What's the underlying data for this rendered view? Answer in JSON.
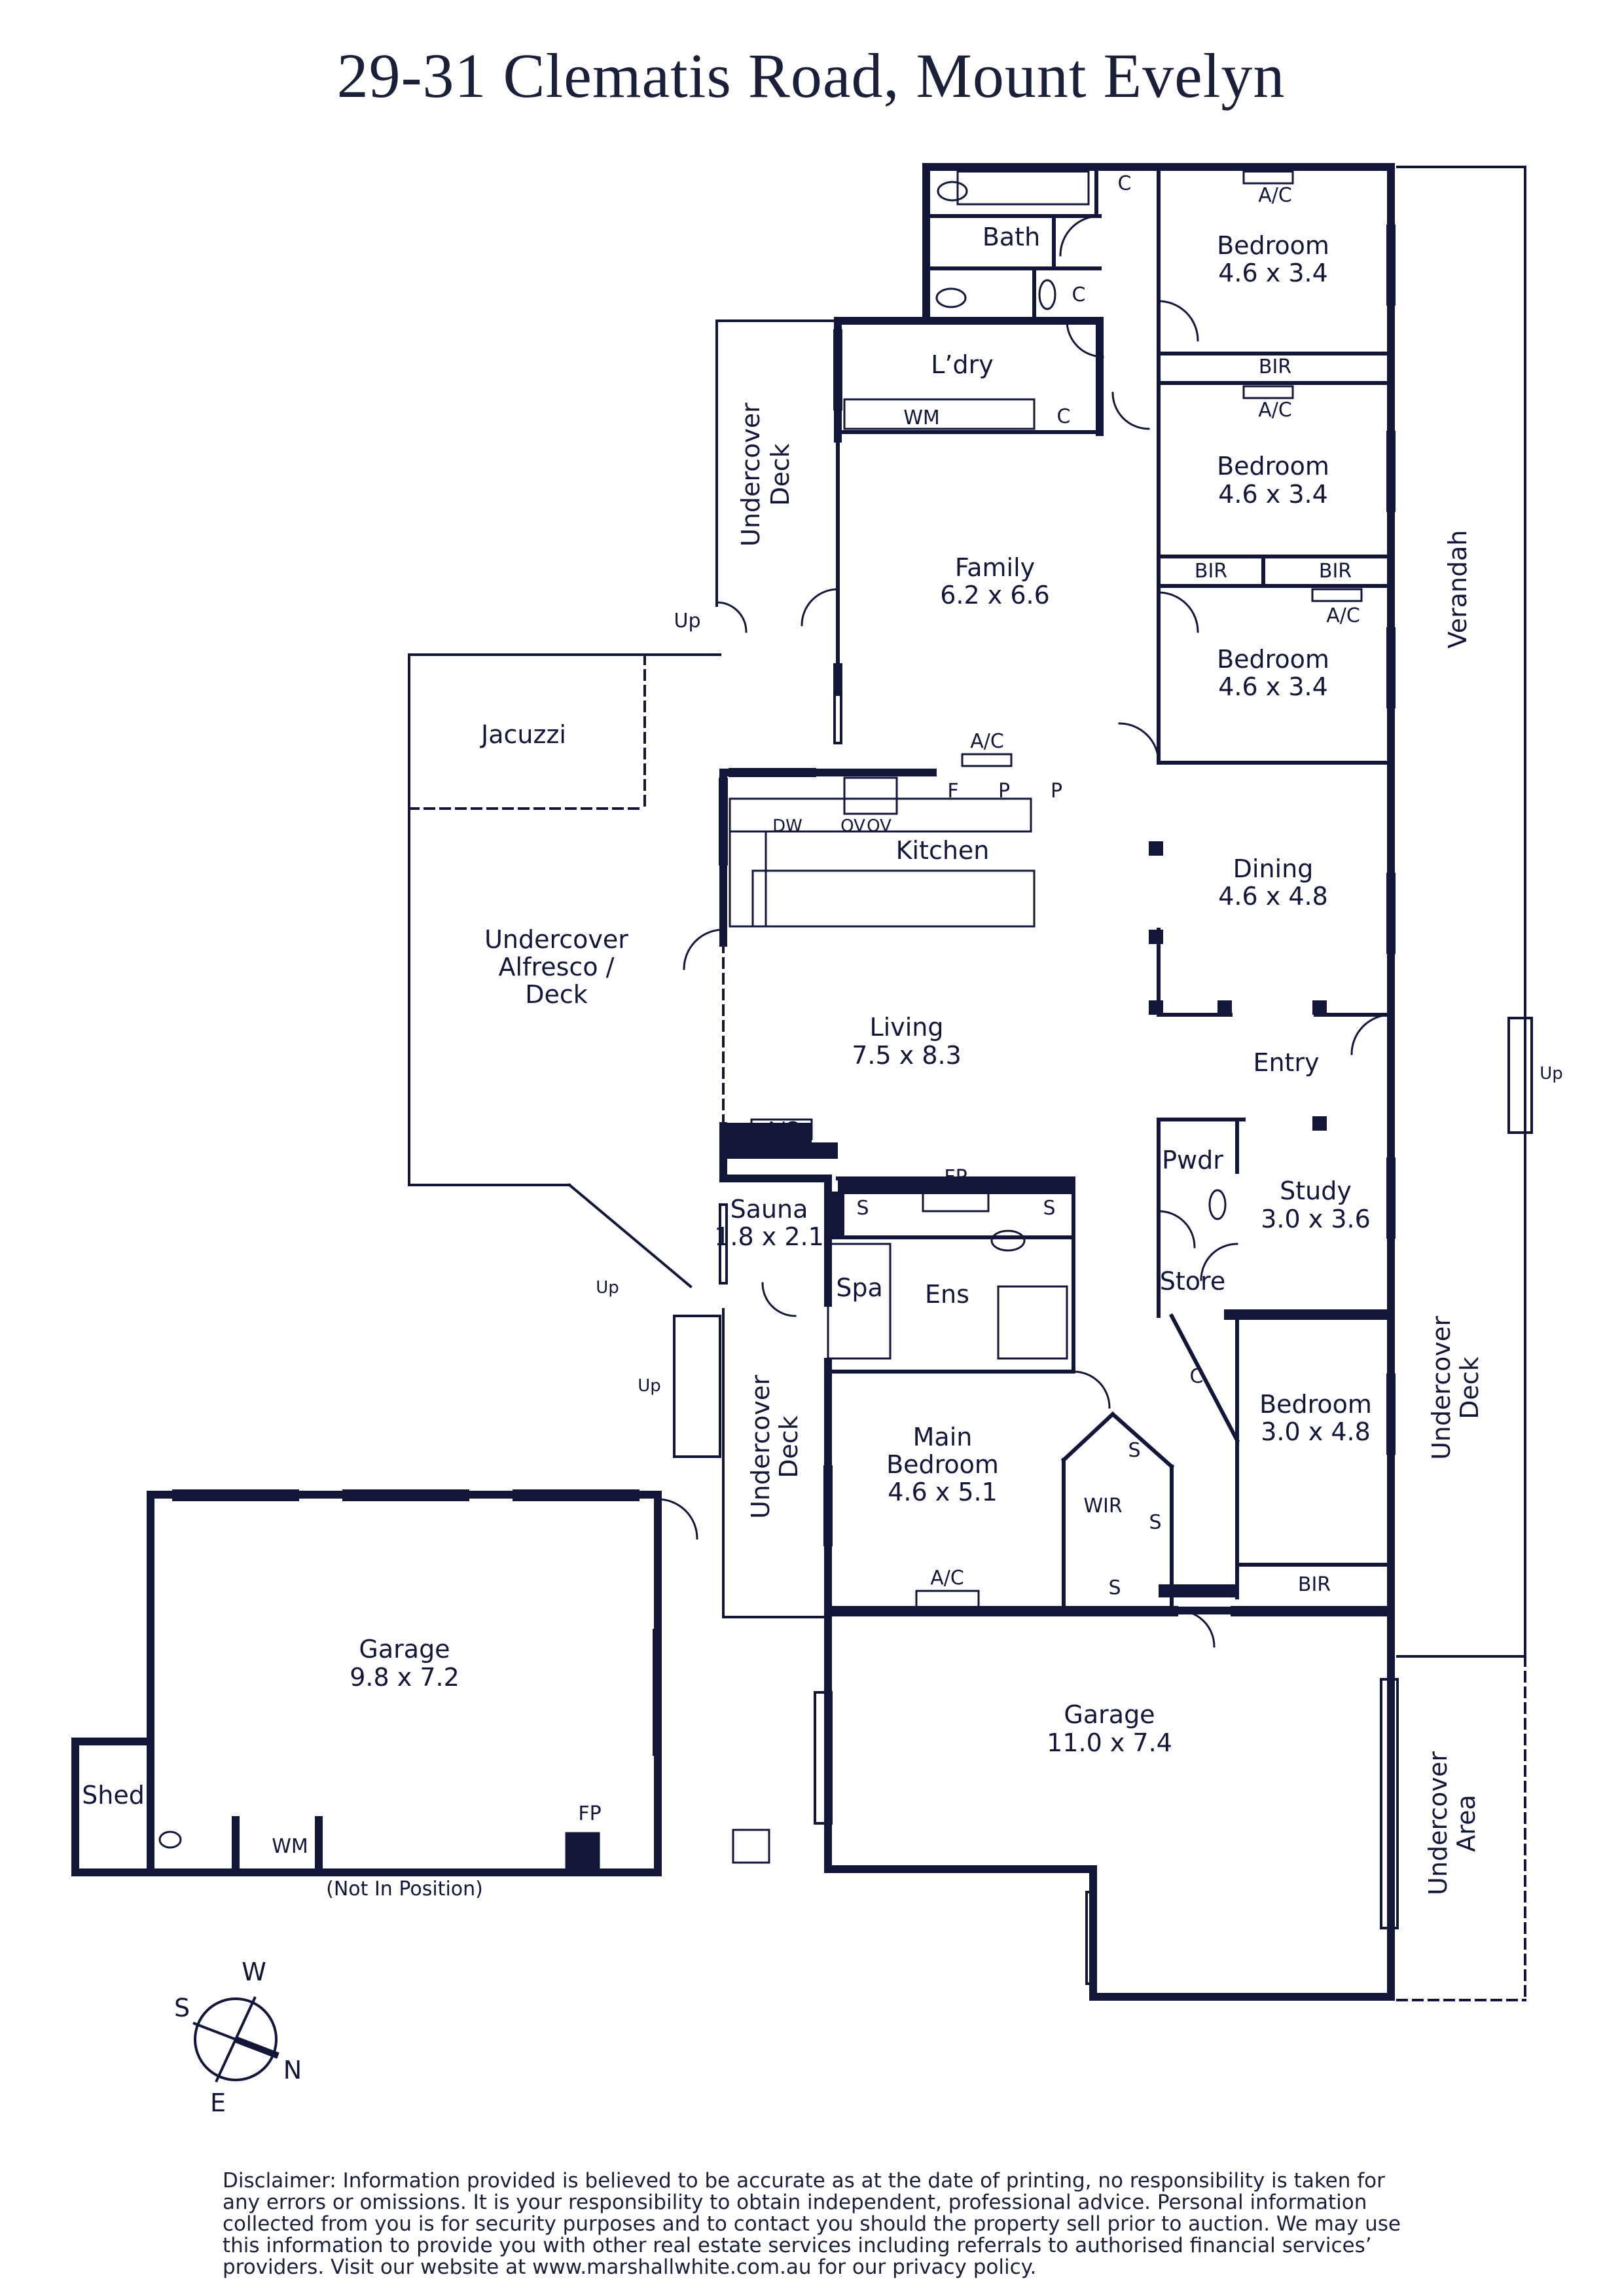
{
  "title": "29-31 Clematis Road, Mount Evelyn",
  "rooms": {
    "bath": "Bath",
    "bed1_name": "Bedroom",
    "bed1_size": "4.6 x 3.4",
    "bed2_name": "Bedroom",
    "bed2_size": "4.6 x 3.4",
    "bed3_name": "Bedroom",
    "bed3_size": "4.6 x 3.4",
    "laundry": "L’dry",
    "family_name": "Family",
    "family_size": "6.2 x 6.6",
    "kitchen": "Kitchen",
    "dining_name": "Dining",
    "dining_size": "4.6 x 4.8",
    "living_name": "Living",
    "living_size": "7.5 x 8.3",
    "entry": "Entry",
    "jacuzzi": "Jacuzzi",
    "alfresco_l1": "Undercover",
    "alfresco_l2": "Alfresco /",
    "alfresco_l3": "Deck",
    "undercover_deck_top_l1": "Undercover",
    "undercover_deck_top_l2": "Deck",
    "undercover_deck_mid_l1": "Undercover",
    "undercover_deck_mid_l2": "Deck",
    "undercover_deck_right_l1": "Undercover",
    "undercover_deck_right_l2": "Deck",
    "undercover_area_l1": "Undercover",
    "undercover_area_l2": "Area",
    "verandah": "Verandah",
    "sauna_name": "Sauna",
    "sauna_size": "1.8 x 2.1",
    "spa": "Spa",
    "ens": "Ens",
    "pwdr": "Pwdr",
    "study_name": "Study",
    "study_size": "3.0 x 3.6",
    "store": "Store",
    "bed4_name": "Bedroom",
    "bed4_size": "3.0 x 4.8",
    "main_bed_l1": "Main",
    "main_bed_l2": "Bedroom",
    "main_bed_size": "4.6 x 5.1",
    "wir": "WIR",
    "garage1_name": "Garage",
    "garage1_size": "9.8 x 7.2",
    "garage2_name": "Garage",
    "garage2_size": "11.0 x 7.4",
    "shed": "Shed",
    "not_in_position": "(Not In Position)"
  },
  "fixtures": {
    "ac": "A/C",
    "c": "C",
    "bir": "BIR",
    "wm": "WM",
    "f": "F",
    "p": "P",
    "dw": "DW",
    "ov": "OV",
    "fp": "FP",
    "s": "S",
    "up": "Up"
  },
  "compass": {
    "w": "W",
    "s": "S",
    "n": "N",
    "e": "E"
  },
  "disclaimer": "Disclaimer: Information provided is believed to be accurate as at the date of printing, no responsibility is taken for any errors or omissions. It is your responsibility to obtain independent, professional advice. Personal information collected from you is for security purposes and to contact you should the property sell prior to auction. We may use this information to provide you with other real estate services including referrals to authorised financial services’ providers. Visit our website at www.marshallwhite.com.au for our privacy policy.",
  "colors": {
    "ink": "#12173a",
    "background": "#ffffff"
  }
}
